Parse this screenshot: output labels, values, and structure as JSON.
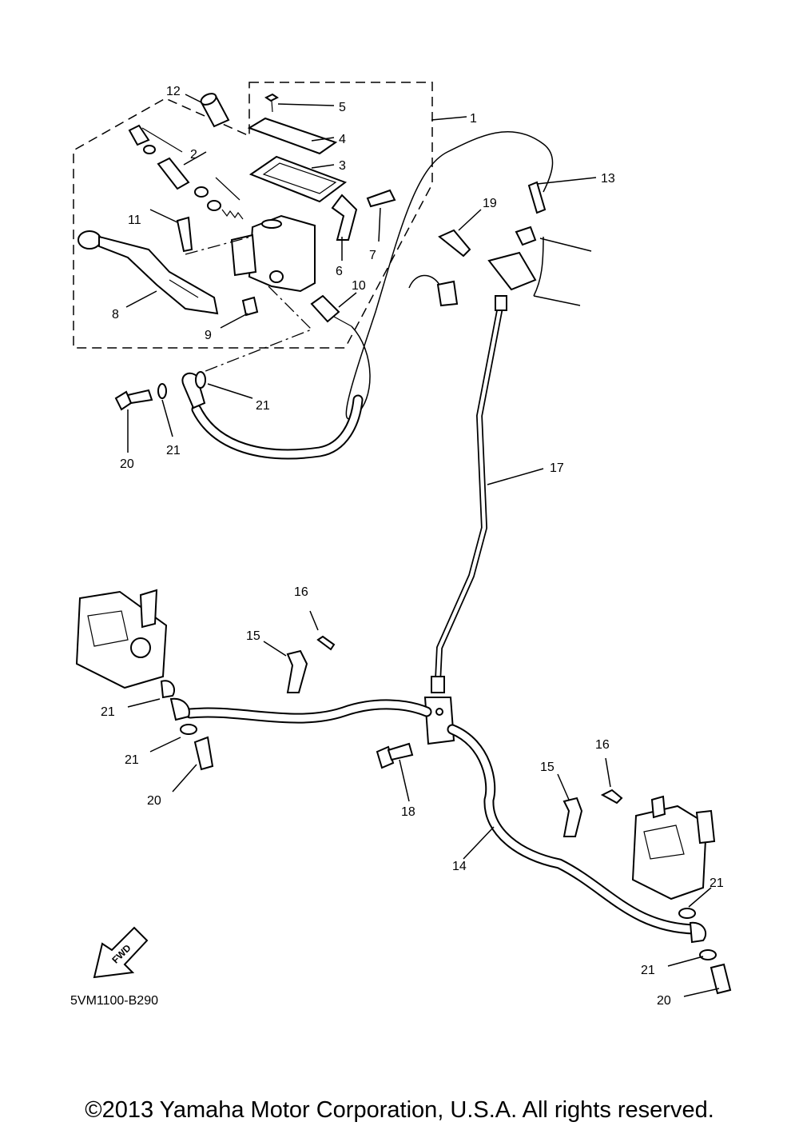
{
  "diagram": {
    "callouts": [
      {
        "id": "c1",
        "text": "1"
      },
      {
        "id": "c2",
        "text": "2"
      },
      {
        "id": "c3",
        "text": "3"
      },
      {
        "id": "c4",
        "text": "4"
      },
      {
        "id": "c5",
        "text": "5"
      },
      {
        "id": "c6",
        "text": "6"
      },
      {
        "id": "c7",
        "text": "7"
      },
      {
        "id": "c8",
        "text": "8"
      },
      {
        "id": "c9",
        "text": "9"
      },
      {
        "id": "c10",
        "text": "10"
      },
      {
        "id": "c11",
        "text": "11"
      },
      {
        "id": "c12",
        "text": "12"
      },
      {
        "id": "c13",
        "text": "13"
      },
      {
        "id": "c14",
        "text": "14"
      },
      {
        "id": "c15a",
        "text": "15"
      },
      {
        "id": "c15b",
        "text": "15"
      },
      {
        "id": "c16a",
        "text": "16"
      },
      {
        "id": "c16b",
        "text": "16"
      },
      {
        "id": "c17",
        "text": "17"
      },
      {
        "id": "c18",
        "text": "18"
      },
      {
        "id": "c19",
        "text": "19"
      },
      {
        "id": "c20a",
        "text": "20"
      },
      {
        "id": "c20b",
        "text": "20"
      },
      {
        "id": "c20c",
        "text": "20"
      },
      {
        "id": "c21a",
        "text": "21"
      },
      {
        "id": "c21b",
        "text": "21"
      },
      {
        "id": "c21c",
        "text": "21"
      },
      {
        "id": "c21d",
        "text": "21"
      },
      {
        "id": "c21e",
        "text": "21"
      },
      {
        "id": "c21f",
        "text": "21"
      }
    ],
    "fwd_label": "FWD",
    "diagram_code": "5VM1100-B290"
  },
  "copyright": "©2013 Yamaha Motor Corporation, U.S.A. All rights reserved."
}
